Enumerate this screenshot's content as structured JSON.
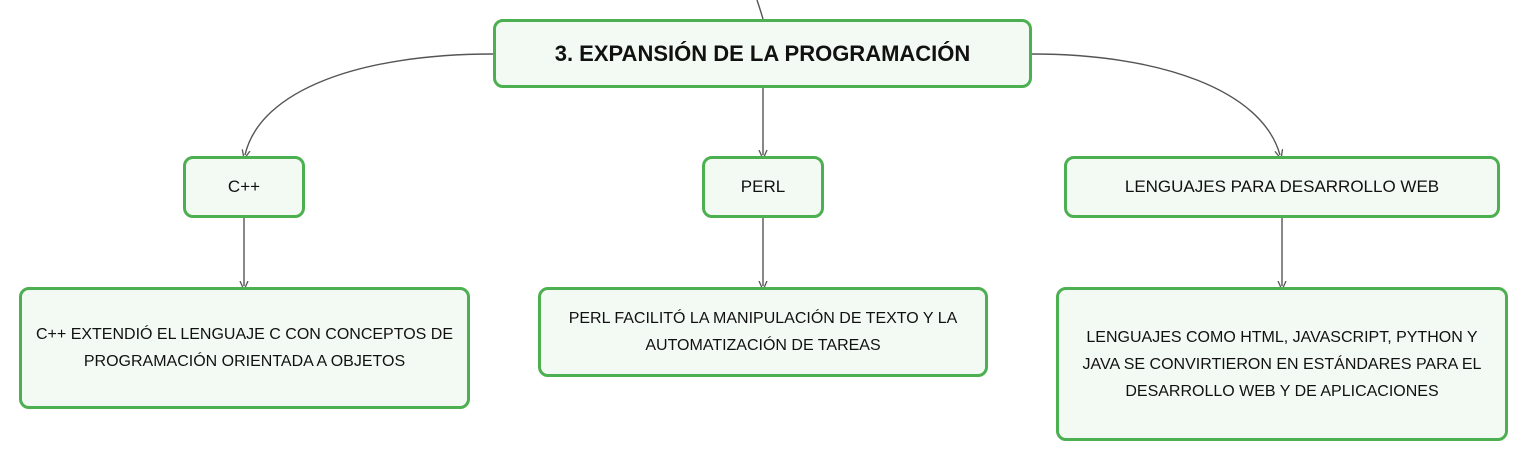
{
  "colors": {
    "node_border": "#4caf50",
    "node_fill": "#f3faf4",
    "connector": "#555555",
    "text": "#111111"
  },
  "root": {
    "label": "3. EXPANSIÓN DE LA PROGRAMACIÓN"
  },
  "branches": [
    {
      "label": "C++",
      "description": "C++ EXTENDIÓ EL LENGUAJE C CON CONCEPTOS DE PROGRAMACIÓN ORIENTADA A OBJETOS"
    },
    {
      "label": "PERL",
      "description": "PERL FACILITÓ LA MANIPULACIÓN DE TEXTO Y LA AUTOMATIZACIÓN DE TAREAS"
    },
    {
      "label": "LENGUAJES PARA DESARROLLO WEB",
      "description": "LENGUAJES COMO HTML, JAVASCRIPT, PYTHON Y JAVA SE CONVIRTIERON EN ESTÁNDARES PARA EL DESARROLLO WEB Y DE APLICACIONES"
    }
  ]
}
